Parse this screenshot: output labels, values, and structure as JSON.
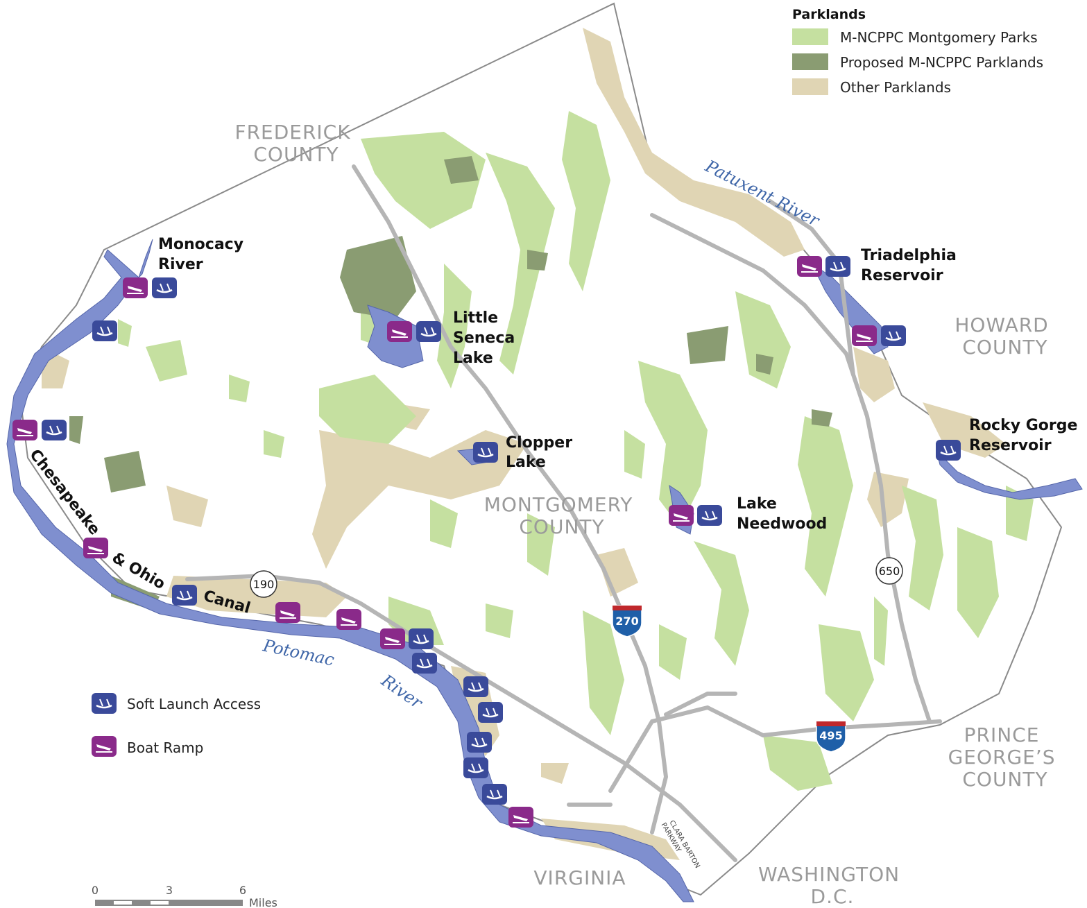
{
  "legend": {
    "title": "Parklands",
    "items": [
      {
        "label": "M-NCPPC Montgomery Parks",
        "color": "#c5e0a0"
      },
      {
        "label": "Proposed M-NCPPC Parklands",
        "color": "#8a9c72"
      },
      {
        "label": "Other Parklands",
        "color": "#e0d5b4"
      }
    ],
    "access": [
      {
        "label": "Soft Launch Access",
        "icon": "canoe-icon",
        "color": "#3a4a9a"
      },
      {
        "label": "Boat Ramp",
        "icon": "boat-trailer-icon",
        "color": "#8a2a8a"
      }
    ]
  },
  "regions": {
    "frederick": [
      "FREDERICK",
      "COUNTY"
    ],
    "howard": [
      "HOWARD",
      "COUNTY"
    ],
    "montgomery": [
      "MONTGOMERY",
      "COUNTY"
    ],
    "prince_georges": [
      "PRINCE",
      "GEORGE’S",
      "COUNTY"
    ],
    "virginia": "VIRGINIA",
    "dc": [
      "WASHINGTON",
      "D.C."
    ]
  },
  "features": {
    "monocacy": [
      "Monocacy",
      "River"
    ],
    "little_seneca": [
      "Little",
      "Seneca",
      "Lake"
    ],
    "clopper": [
      "Clopper",
      "Lake"
    ],
    "needwood": [
      "Lake",
      "Needwood"
    ],
    "triadelphia": [
      "Triadelphia",
      "Reservoir"
    ],
    "rocky_gorge": [
      "Rocky Gorge",
      "Reservoir"
    ]
  },
  "rivers": {
    "patuxent": "Patuxent River",
    "potomac": "Potomac",
    "potomac_river": "River"
  },
  "canal": {
    "chesapeake": "Chesapeake",
    "ohio": "& Ohio",
    "canal": "Canal"
  },
  "roads": {
    "route_190": "190",
    "route_650": "650",
    "i270": "270",
    "i495": "495",
    "parkway": [
      "CLARA BARTON",
      "PARKWAY"
    ]
  },
  "scale": {
    "ticks": [
      "0",
      "3",
      "6"
    ],
    "unit": "Miles"
  },
  "colors": {
    "water": "#7f8fcf",
    "water_edge": "#5566aa",
    "roads": "#b5b5b5",
    "boundary": "#888888"
  }
}
